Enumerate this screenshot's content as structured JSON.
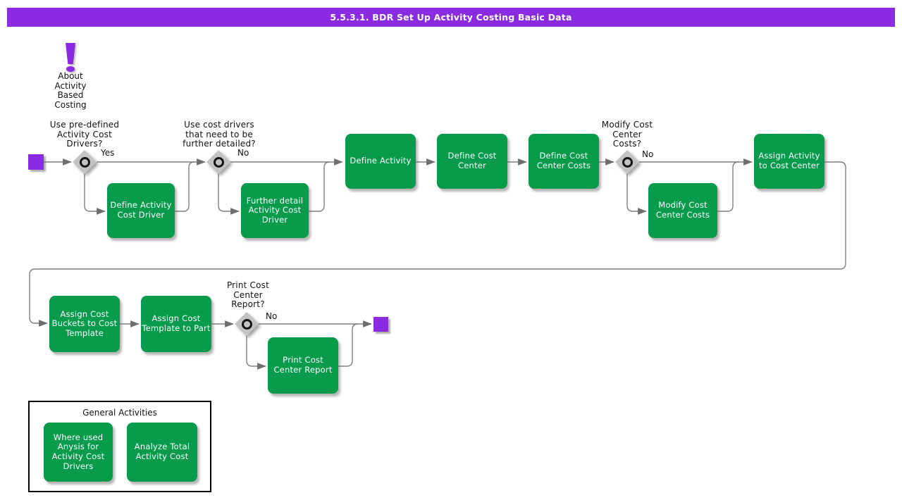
{
  "header": {
    "title": "5.5.3.1. BDR Set Up Activity Costing Basic Data"
  },
  "note": {
    "icon": "exclamation-icon",
    "label": "About\nActivity\nBased\nCosting"
  },
  "flow": {
    "decisions": [
      {
        "id": "use-predefined-activity-cost-drivers",
        "question": "Use pre-defined\nActivity Cost\nDrivers?",
        "branch": "Yes"
      },
      {
        "id": "use-cost-drivers-further-detailed",
        "question": "Use cost drivers\nthat need to be\nfurther detailed?",
        "branch": "No"
      },
      {
        "id": "modify-cost-center-costs",
        "question": "Modify Cost\nCenter\nCosts?",
        "branch": "No"
      },
      {
        "id": "print-cost-center-report",
        "question": "Print Cost\nCenter\nReport?",
        "branch": "No"
      }
    ],
    "tasks": [
      {
        "id": "define-activity-cost-driver",
        "label": "Define Activity\nCost Driver"
      },
      {
        "id": "further-detail-activity-cost-driver",
        "label": "Further detail\nActivity Cost\nDriver"
      },
      {
        "id": "define-activity",
        "label": "Define Activity"
      },
      {
        "id": "define-cost-center",
        "label": "Define Cost\nCenter"
      },
      {
        "id": "define-cost-center-costs",
        "label": "Define Cost\nCenter Costs"
      },
      {
        "id": "modify-cost-center-costs",
        "label": "Modify Cost\nCenter Costs"
      },
      {
        "id": "assign-activity-to-cost-center",
        "label": "Assign Activity\nto Cost Center"
      },
      {
        "id": "assign-cost-buckets-to-cost-template",
        "label": "Assign Cost\nBuckets to Cost\nTemplate"
      },
      {
        "id": "assign-cost-template-to-part",
        "label": "Assign Cost\nTemplate to Part"
      },
      {
        "id": "print-cost-center-report",
        "label": "Print Cost\nCenter Report"
      }
    ]
  },
  "general": {
    "title": "General Activities",
    "tasks": [
      {
        "id": "where-used-anysis-for-activity-cost-drivers",
        "label": "Where used\nAnysis for\nActivity Cost\nDrivers"
      },
      {
        "id": "analyze-total-activity-cost",
        "label": "Analyze Total\nActivity Cost"
      }
    ]
  },
  "colors": {
    "accent_purple": "#8A2BE2",
    "task_green": "#089B4B",
    "decision_gray": "#C3C3C3",
    "connector_gray": "#7F7F7F"
  }
}
